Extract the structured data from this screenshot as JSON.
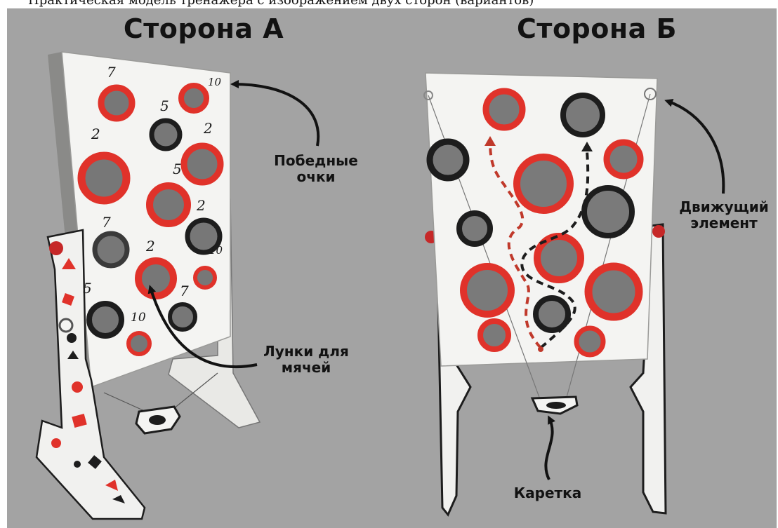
{
  "top_caption": "Практическая модель тренажера с изображением двух сторон (вариантов)",
  "side_a": {
    "title": "Сторона А",
    "labels": {
      "victory_points": "Победные очки",
      "ball_holes": "Лунки для мячей"
    },
    "hole_numbers": [
      "7",
      "10",
      "5",
      "2",
      "2",
      "5",
      "2",
      "7",
      "2",
      "10",
      "5",
      "7",
      "10"
    ]
  },
  "side_b": {
    "title": "Сторона Б",
    "labels": {
      "moving_element": "Движущий элемент",
      "carriage": "Каретка"
    }
  },
  "colors": {
    "background": "#a3a3a3",
    "board": "#f4f4f2",
    "ring_red": "#e0322a",
    "ring_black": "#1d1d1d",
    "text": "#121212"
  }
}
